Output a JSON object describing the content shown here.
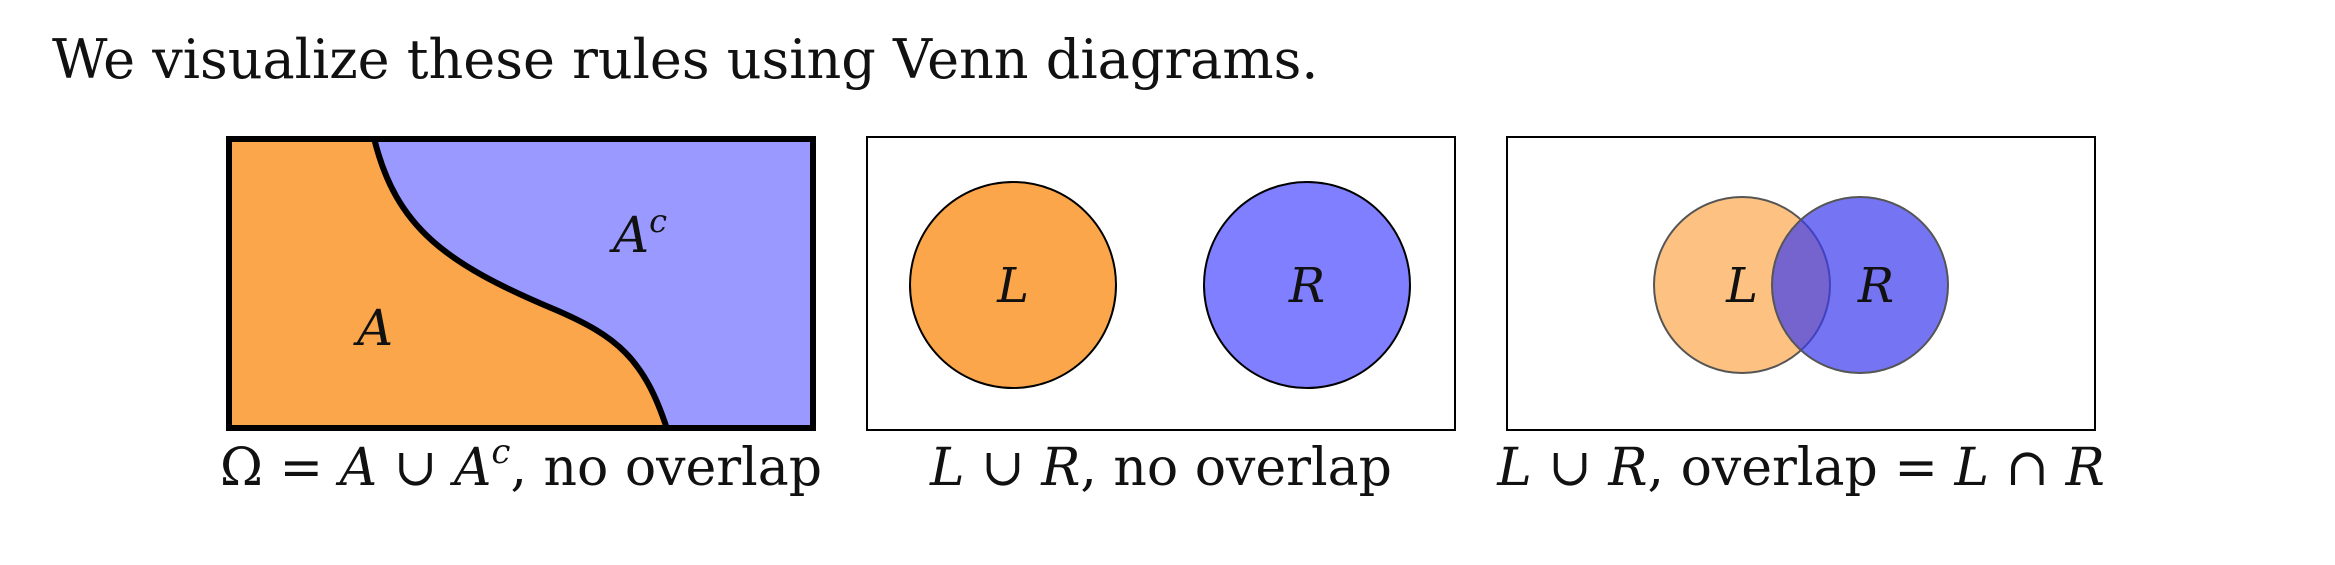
{
  "intro": "We visualize these rules using Venn diagrams.",
  "colors": {
    "orange": "#fca64b",
    "blue": "#9999ff",
    "blue_solid": "#7f7fff",
    "blue_overlap": "#5a5af0",
    "border": "#000000"
  },
  "panel1": {
    "region_a_label": "A",
    "region_ac_label": "A",
    "region_ac_sup": "c",
    "caption": {
      "omega": "Ω",
      "eq": " = ",
      "a": "A",
      "cup": " ∪ ",
      "ac": "A",
      "ac_sup": "c",
      "rest": ", no overlap"
    }
  },
  "panel2": {
    "left_label": "L",
    "right_label": "R",
    "caption": {
      "l": "L",
      "cup": " ∪ ",
      "r": "R",
      "rest": ", no overlap"
    }
  },
  "panel3": {
    "left_label": "L",
    "right_label": "R",
    "caption": {
      "l": "L",
      "cup": " ∪ ",
      "r": "R",
      "mid": ", overlap = ",
      "l2": "L",
      "cap": " ∩ ",
      "r2": "R"
    }
  }
}
